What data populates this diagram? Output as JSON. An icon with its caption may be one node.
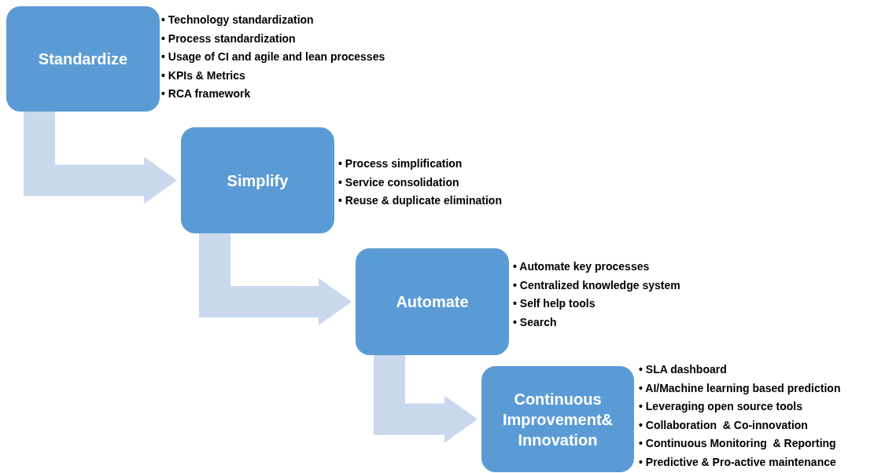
{
  "diagram": {
    "nodes": [
      {
        "text": [
          "Standardize"
        ],
        "beside": [
          "• Technology standardization",
          "• Process standardization",
          "• Usage of CI and agile and lean processes",
          "• KPIs & Metrics",
          "• RCA framework"
        ]
      },
      {
        "text": [
          "Simplify"
        ],
        "beside": [
          "• Process simplification",
          "• Service consolidation",
          "• Reuse & duplicate elimination"
        ]
      },
      {
        "text": [
          "Automate"
        ],
        "beside": [
          "• Automate key processes",
          "• Centralized knowledge system",
          "• Self help tools",
          "• Search"
        ]
      },
      {
        "text": [
          "Continuous Improvement& Innovation"
        ],
        "beside": [
          "• SLA dashboard",
          "• AI/Machine learning based prediction",
          "• Leveraging open source tools",
          "• Collaboration  & Co-innovation",
          "• Continuous Monitoring  & Reporting",
          "• Predictive & Pro-active maintenance"
        ]
      }
    ],
    "edges": [
      {
        "from": 0,
        "to": 1,
        "arrow": "to"
      },
      {
        "from": 1,
        "to": 2,
        "arrow": "to"
      },
      {
        "from": 2,
        "to": 3,
        "arrow": "to"
      }
    ]
  }
}
